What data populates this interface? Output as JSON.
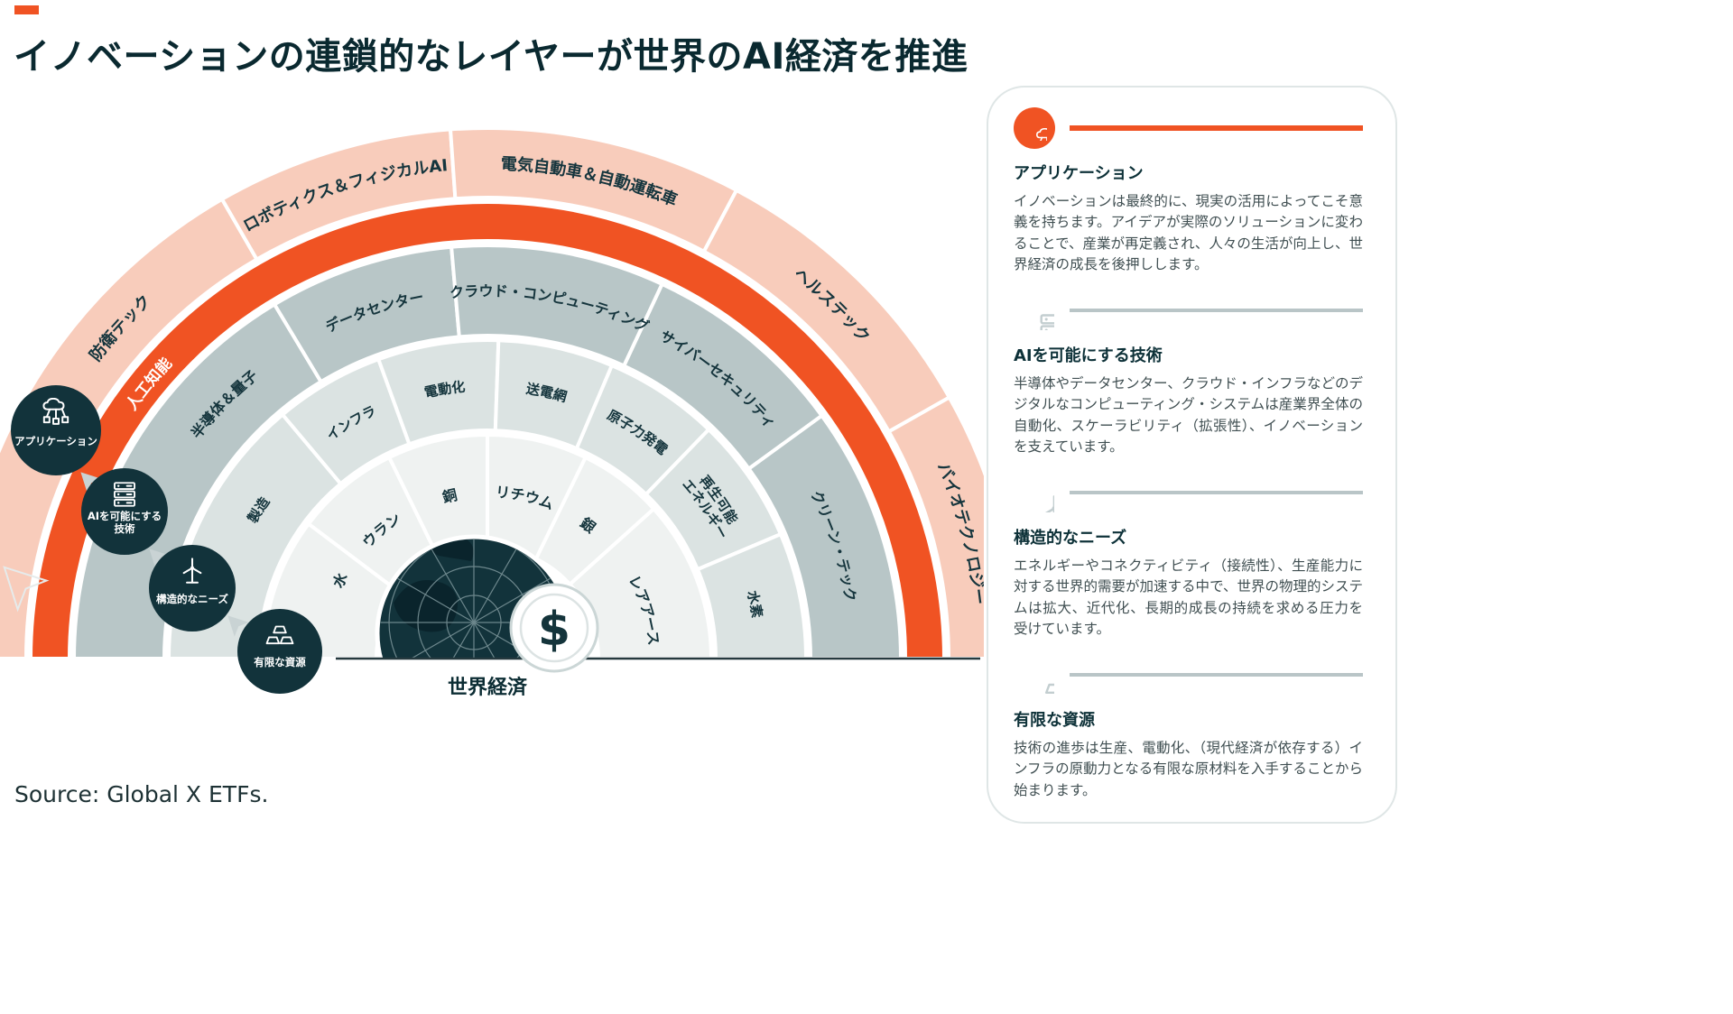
{
  "header": {
    "title": "イノベーションの連鎖的なレイヤーが世界のAI経済を推進",
    "brand_mark_color": "#F05323"
  },
  "source": "Source: Global X ETFs.",
  "colors": {
    "orange": "#F05323",
    "salmon": "#F8CCBB",
    "dark": "#12333B",
    "ring_resources": "#EFF2F1",
    "ring_structural": "#DBE3E2",
    "ring_enabling": "#B8C6C7",
    "label_dark": "#15353D",
    "gray_icon": "#C3CED0"
  },
  "chart_data": {
    "type": "radial-layer-diagram",
    "title": "イノベーションの連鎖的なレイヤーが世界のAI経済を推進",
    "center_label": "世界経済",
    "ai_ring_label": "人工知能",
    "rings": [
      {
        "category": "有限な資源",
        "segments": [
          "水",
          "ウラン",
          "銅",
          "リチウム",
          "銀",
          "レアアース"
        ]
      },
      {
        "category": "構造的なニーズ",
        "segments": [
          "製造",
          "インフラ",
          "電動化",
          "送電網",
          "原子力発電",
          "再生可能エネルギー",
          "水素"
        ]
      },
      {
        "category": "AIを可能にする技術",
        "segments": [
          "半導体＆量子",
          "データセンター",
          "クラウド・コンピューティング",
          "サイバーセキュリティ",
          "クリーン・テック"
        ]
      },
      {
        "category": "アプリケーション",
        "segments": [
          "防衛テック",
          "ロボティクス＆フィジカルAI",
          "電気自動車＆自動運転車",
          "ヘルステック",
          "バイオテクノロジー"
        ]
      }
    ],
    "badges": [
      {
        "icon": "network-cloud-icon",
        "lines": [
          "アプリケーション"
        ]
      },
      {
        "icon": "server-stack-icon",
        "lines": [
          "AIを可能にする",
          "技術"
        ]
      },
      {
        "icon": "wind-turbine-icon",
        "lines": [
          "構造的なニーズ"
        ]
      },
      {
        "icon": "gold-bars-icon",
        "lines": [
          "有限な資源"
        ]
      }
    ]
  },
  "panel": {
    "sections": [
      {
        "icon": "network-cloud-icon",
        "heading": "アプリケーション",
        "body": "イノベーションは最終的に、現実の活用によってこそ意義を持ちます。アイデアが実際のソリューションに変わることで、産業が再定義され、人々の生活が向上し、世界経済の成長を後押しします。"
      },
      {
        "icon": "server-stack-icon",
        "heading": "AIを可能にする技術",
        "body": "半導体やデータセンター、クラウド・インフラなどのデジタルなコンピューティング・システムは産業界全体の自動化、スケーラビリティ（拡張性）、イノベーションを支えています。"
      },
      {
        "icon": "wind-turbine-icon",
        "heading": "構造的なニーズ",
        "body": "エネルギーやコネクティビティ（接続性）、生産能力に対する世界的需要が加速する中で、世界の物理的システムは拡大、近代化、長期的成長の持続を求める圧力を受けています。"
      },
      {
        "icon": "gold-bars-icon",
        "heading": "有限な資源",
        "body": "技術の進歩は生産、電動化、（現代経済が依存する）インフラの原動力となる有限な原材料を入手することから始まります。"
      }
    ]
  }
}
